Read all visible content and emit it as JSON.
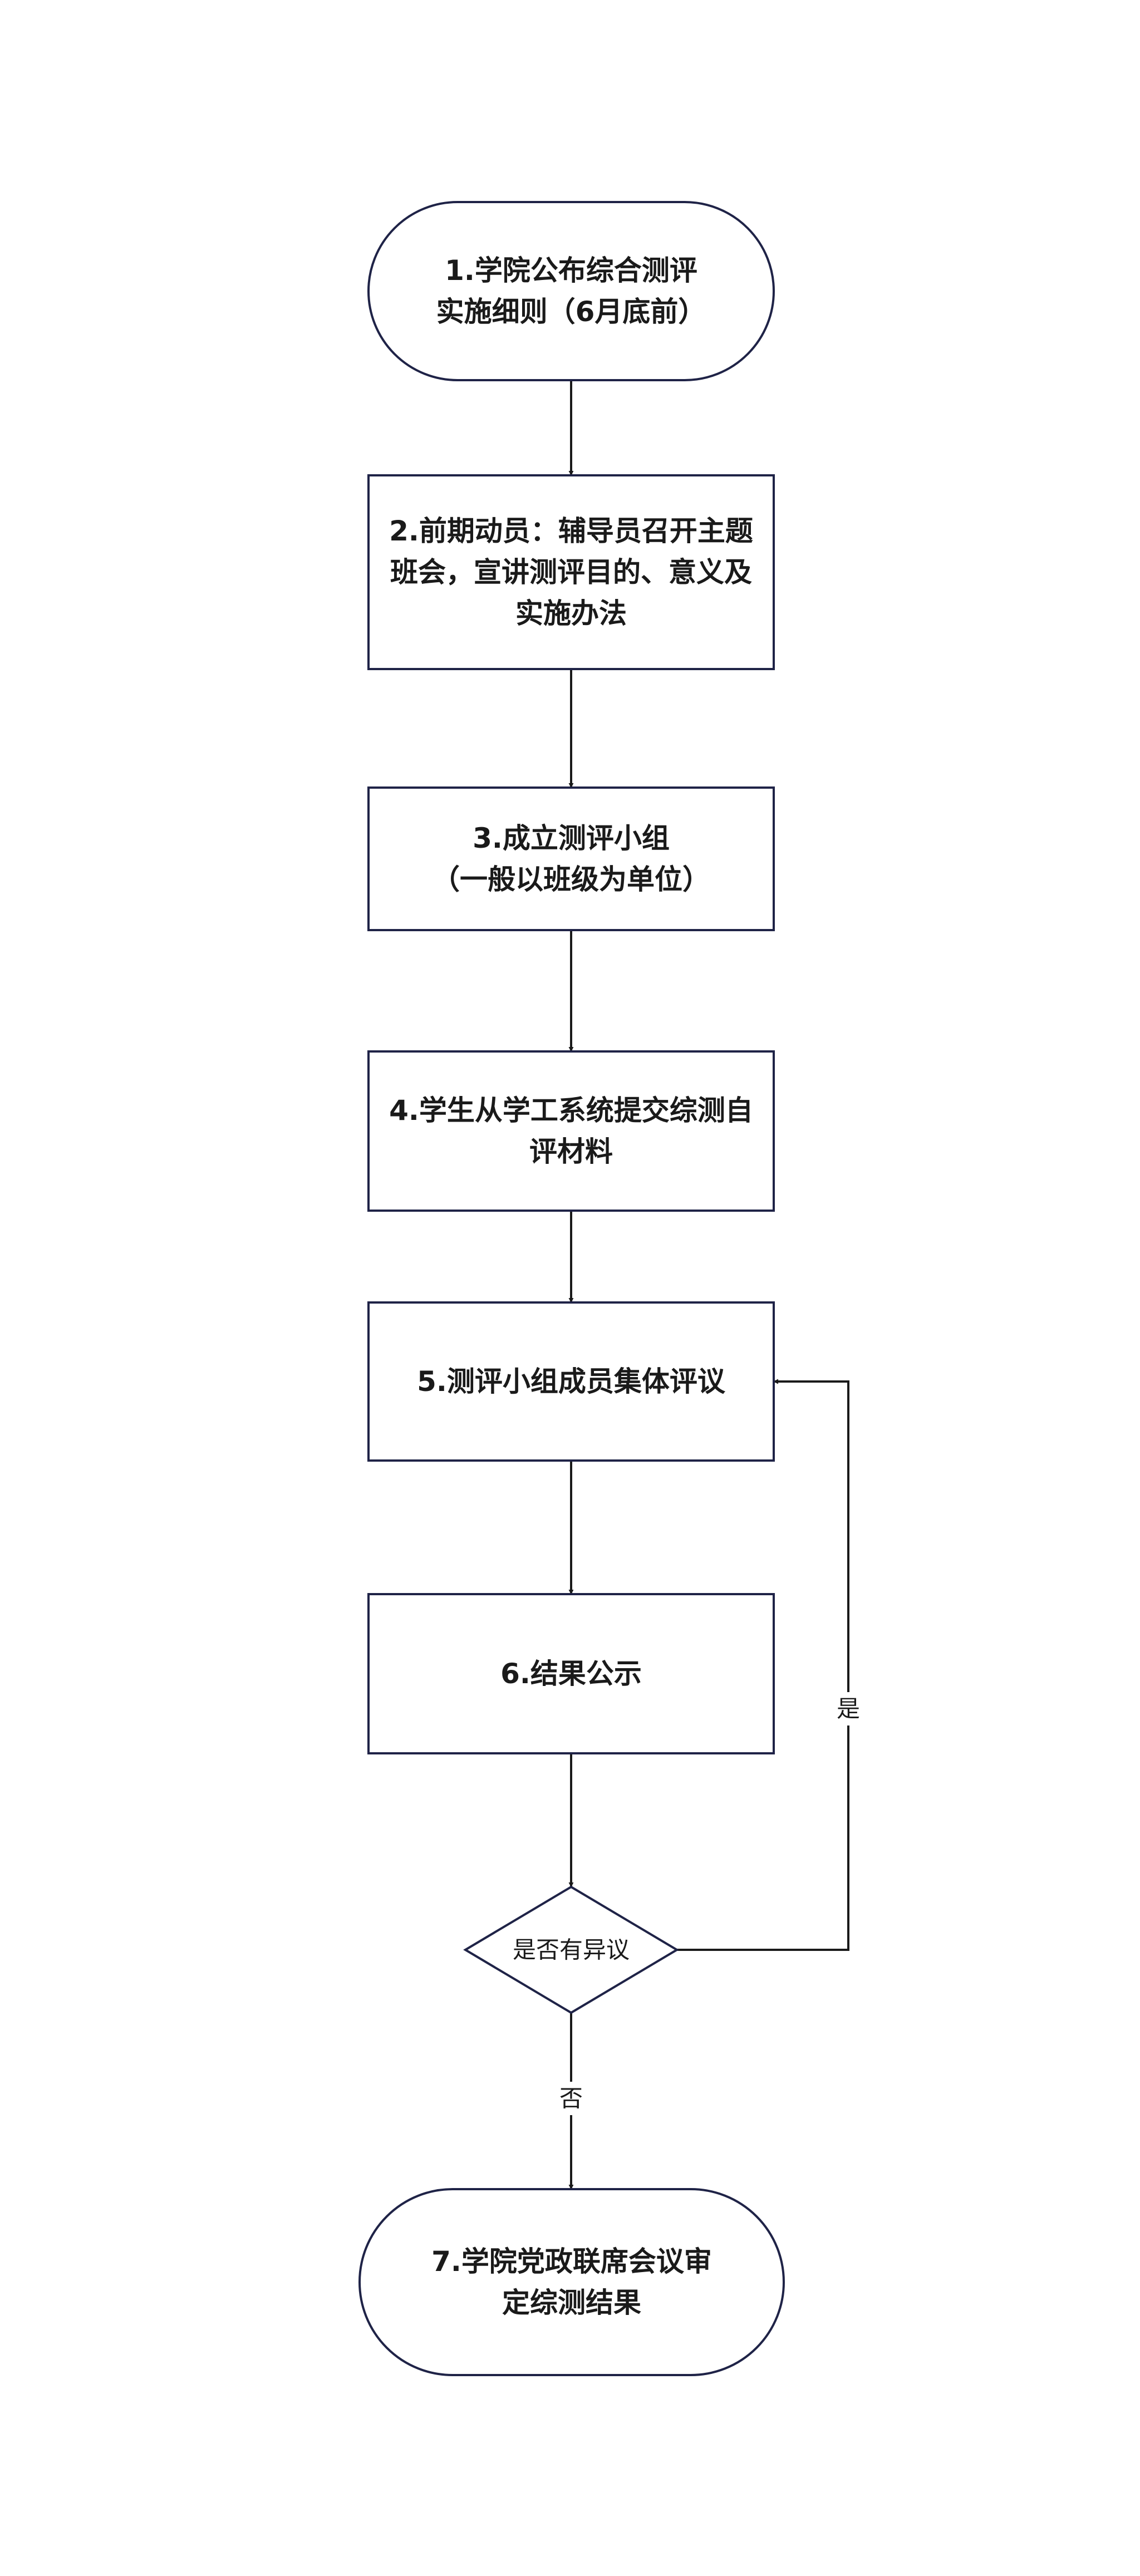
{
  "flowchart": {
    "nodes": [
      {
        "id": "n1",
        "shape": "terminal",
        "lines": [
          "1.学院公布综合测评",
          "实施细则（6月底前）"
        ]
      },
      {
        "id": "n2",
        "shape": "process",
        "lines": [
          "2.前期动员：辅导员召开主题",
          "班会，宣讲测评目的、意义及",
          "实施办法"
        ]
      },
      {
        "id": "n3",
        "shape": "process",
        "lines": [
          "3.成立测评小组",
          "（一般以班级为单位）"
        ]
      },
      {
        "id": "n4",
        "shape": "process",
        "lines": [
          "4.学生从学工系统提交综测自",
          "评材料"
        ]
      },
      {
        "id": "n5",
        "shape": "process",
        "lines": [
          "5.测评小组成员集体评议"
        ]
      },
      {
        "id": "n6",
        "shape": "process",
        "lines": [
          "6.结果公示"
        ]
      },
      {
        "id": "d1",
        "shape": "decision",
        "lines": [
          "是否有异议"
        ]
      },
      {
        "id": "n7",
        "shape": "terminal",
        "lines": [
          "7.学院党政联席会议审",
          "定综测结果"
        ]
      }
    ],
    "edges": [
      {
        "from": "n1",
        "to": "n2",
        "label": ""
      },
      {
        "from": "n2",
        "to": "n3",
        "label": ""
      },
      {
        "from": "n3",
        "to": "n4",
        "label": ""
      },
      {
        "from": "n4",
        "to": "n5",
        "label": ""
      },
      {
        "from": "n5",
        "to": "n6",
        "label": ""
      },
      {
        "from": "n6",
        "to": "d1",
        "label": ""
      },
      {
        "from": "d1",
        "to": "n5",
        "label": "是"
      },
      {
        "from": "d1",
        "to": "n7",
        "label": "否"
      }
    ]
  },
  "colors": {
    "node_stroke": "#1f2347",
    "edge_stroke": "#1a1a1a",
    "text": "#1a1a1a",
    "background": "#ffffff"
  }
}
